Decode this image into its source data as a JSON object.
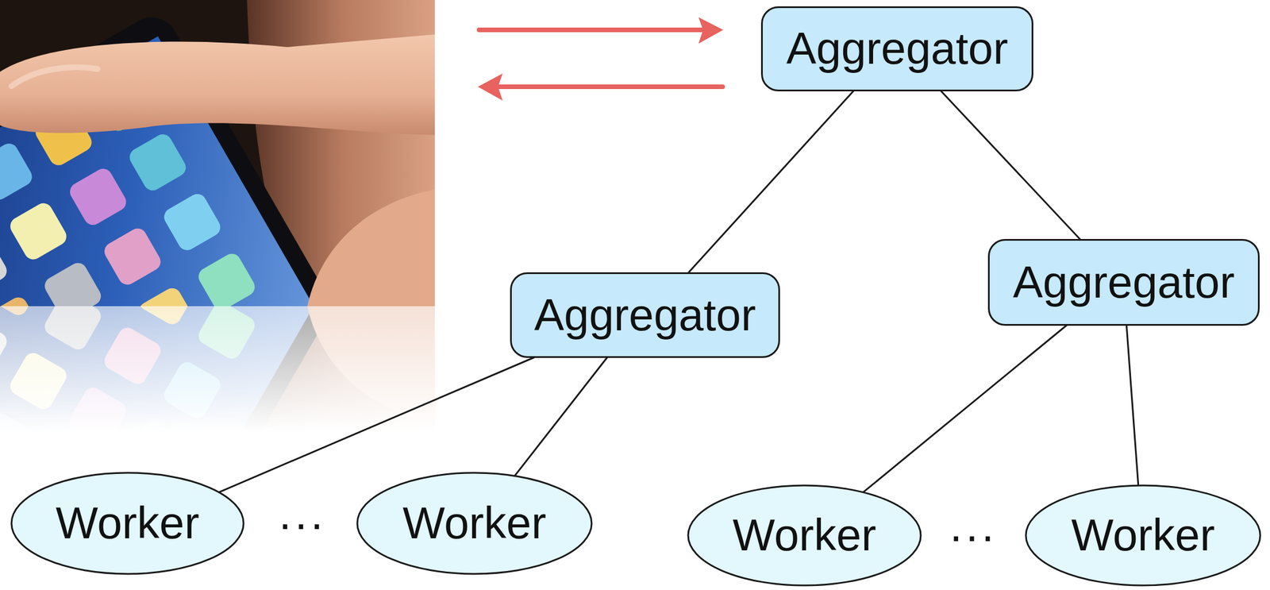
{
  "diagram": {
    "nodes": [
      {
        "text": [
          "Aggregator"
        ]
      },
      {
        "text": [
          "Aggregator"
        ]
      },
      {
        "text": [
          "Aggregator"
        ]
      },
      {
        "text": [
          "Worker"
        ]
      },
      {
        "text": [
          "Worker"
        ]
      },
      {
        "text": [
          "Worker"
        ]
      },
      {
        "text": [
          "Worker"
        ]
      }
    ],
    "edges": [
      {
        "from": 0,
        "to": 1,
        "arrow": "none"
      },
      {
        "from": 0,
        "to": 2,
        "arrow": "none"
      },
      {
        "from": 1,
        "to": 3,
        "arrow": "none"
      },
      {
        "from": 1,
        "to": 4,
        "arrow": "none"
      },
      {
        "from": 2,
        "to": 5,
        "arrow": "none"
      },
      {
        "from": 2,
        "to": 6,
        "arrow": "none"
      }
    ],
    "labels": [
      "...",
      "..."
    ]
  }
}
